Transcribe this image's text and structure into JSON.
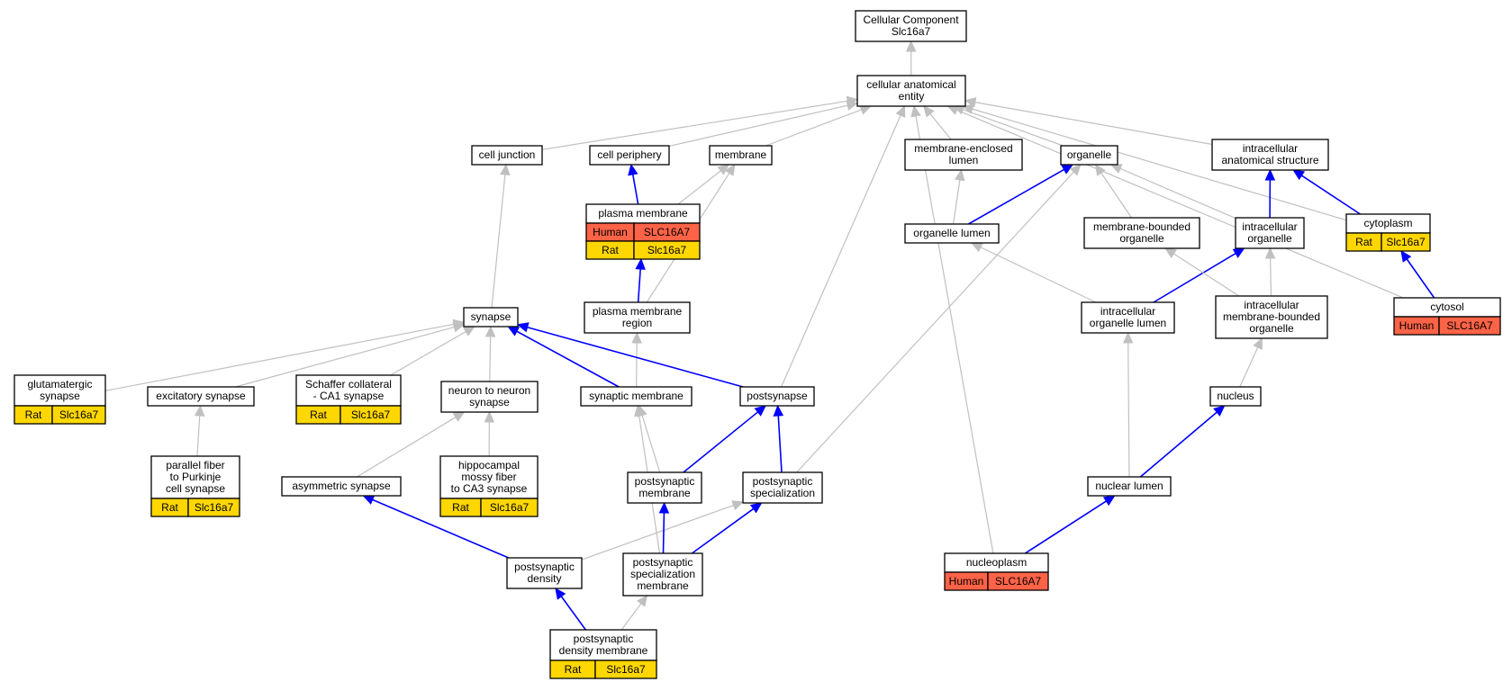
{
  "colors": {
    "is_a_edge": "#c0c0c0",
    "part_of_edge": "#0000ff",
    "human_fill": "#ff6347",
    "rat_fill": "#ffd700",
    "node_border": "#000000"
  },
  "nodes": [
    {
      "id": "cc",
      "label": [
        "Cellular Component",
        "Slc16a7"
      ]
    },
    {
      "id": "cae",
      "label": [
        "cellular anatomical",
        "entity"
      ]
    },
    {
      "id": "cell_junction",
      "label": [
        "cell junction"
      ]
    },
    {
      "id": "cell_periphery",
      "label": [
        "cell periphery"
      ]
    },
    {
      "id": "membrane",
      "label": [
        "membrane"
      ]
    },
    {
      "id": "mel",
      "label": [
        "membrane-enclosed",
        "lumen"
      ]
    },
    {
      "id": "organelle",
      "label": [
        "organelle"
      ]
    },
    {
      "id": "ias",
      "label": [
        "intracellular",
        "anatomical structure"
      ]
    },
    {
      "id": "pm",
      "label": [
        "plasma membrane"
      ],
      "genes": [
        [
          "Human",
          "SLC16A7"
        ],
        [
          "Rat",
          "Slc16a7"
        ]
      ]
    },
    {
      "id": "ol",
      "label": [
        "organelle lumen"
      ]
    },
    {
      "id": "mbo",
      "label": [
        "membrane-bounded",
        "organelle"
      ]
    },
    {
      "id": "io",
      "label": [
        "intracellular",
        "organelle"
      ]
    },
    {
      "id": "cytoplasm",
      "label": [
        "cytoplasm"
      ],
      "genes": [
        [
          "Rat",
          "Slc16a7"
        ]
      ]
    },
    {
      "id": "synapse",
      "label": [
        "synapse"
      ]
    },
    {
      "id": "pmr",
      "label": [
        "plasma membrane",
        "region"
      ]
    },
    {
      "id": "iol",
      "label": [
        "intracellular",
        "organelle lumen"
      ]
    },
    {
      "id": "imbo",
      "label": [
        "intracellular",
        "membrane-bounded",
        "organelle"
      ]
    },
    {
      "id": "cytosol",
      "label": [
        "cytosol"
      ],
      "genes": [
        [
          "Human",
          "SLC16A7"
        ]
      ]
    },
    {
      "id": "glut",
      "label": [
        "glutamatergic",
        "synapse"
      ],
      "genes": [
        [
          "Rat",
          "Slc16a7"
        ]
      ]
    },
    {
      "id": "excit",
      "label": [
        "excitatory synapse"
      ]
    },
    {
      "id": "schaffer",
      "label": [
        "Schaffer collateral",
        "- CA1 synapse"
      ],
      "genes": [
        [
          "Rat",
          "Slc16a7"
        ]
      ]
    },
    {
      "id": "n2n",
      "label": [
        "neuron to neuron",
        "synapse"
      ]
    },
    {
      "id": "synmem",
      "label": [
        "synaptic membrane"
      ]
    },
    {
      "id": "postsyn",
      "label": [
        "postsynapse"
      ]
    },
    {
      "id": "nucleus",
      "label": [
        "nucleus"
      ]
    },
    {
      "id": "pfpc",
      "label": [
        "parallel fiber",
        "to Purkinje",
        "cell synapse"
      ],
      "genes": [
        [
          "Rat",
          "Slc16a7"
        ]
      ]
    },
    {
      "id": "hmf",
      "label": [
        "hippocampal",
        "mossy fiber",
        "to CA3 synapse"
      ],
      "genes": [
        [
          "Rat",
          "Slc16a7"
        ]
      ]
    },
    {
      "id": "asym",
      "label": [
        "asymmetric synapse"
      ]
    },
    {
      "id": "psmem",
      "label": [
        "postsynaptic",
        "membrane"
      ]
    },
    {
      "id": "psspec",
      "label": [
        "postsynaptic",
        "specialization"
      ]
    },
    {
      "id": "nl",
      "label": [
        "nuclear lumen"
      ]
    },
    {
      "id": "psd",
      "label": [
        "postsynaptic",
        "density"
      ]
    },
    {
      "id": "pssm",
      "label": [
        "postsynaptic",
        "specialization",
        "membrane"
      ]
    },
    {
      "id": "nucleoplasm",
      "label": [
        "nucleoplasm"
      ],
      "genes": [
        [
          "Human",
          "SLC16A7"
        ]
      ]
    },
    {
      "id": "psdm",
      "label": [
        "postsynaptic",
        "density membrane"
      ],
      "genes": [
        [
          "Rat",
          "Slc16a7"
        ]
      ]
    }
  ],
  "edges": [
    {
      "type": "is_a",
      "from": "cae",
      "to": "cc"
    },
    {
      "type": "is_a",
      "from": "cell_junction",
      "to": "cae"
    },
    {
      "type": "is_a",
      "from": "cell_periphery",
      "to": "cae"
    },
    {
      "type": "is_a",
      "from": "membrane",
      "to": "cae"
    },
    {
      "type": "is_a",
      "from": "mel",
      "to": "cae"
    },
    {
      "type": "is_a",
      "from": "organelle",
      "to": "cae"
    },
    {
      "type": "is_a",
      "from": "ias",
      "to": "cae"
    },
    {
      "type": "is_a",
      "from": "cytoplasm",
      "to": "cae"
    },
    {
      "type": "is_a",
      "from": "cytosol",
      "to": "cae"
    },
    {
      "type": "is_a",
      "from": "postsyn",
      "to": "cae"
    },
    {
      "type": "is_a",
      "from": "nucleoplasm",
      "to": "cae"
    },
    {
      "type": "part_of",
      "from": "pm",
      "to": "cell_periphery"
    },
    {
      "type": "is_a",
      "from": "pm",
      "to": "membrane"
    },
    {
      "type": "part_of",
      "from": "ol",
      "to": "organelle"
    },
    {
      "type": "is_a",
      "from": "ol",
      "to": "mel"
    },
    {
      "type": "is_a",
      "from": "mbo",
      "to": "organelle"
    },
    {
      "type": "is_a",
      "from": "io",
      "to": "organelle"
    },
    {
      "type": "part_of",
      "from": "io",
      "to": "ias"
    },
    {
      "type": "part_of",
      "from": "cytoplasm",
      "to": "ias"
    },
    {
      "type": "part_of",
      "from": "cytosol",
      "to": "cytoplasm"
    },
    {
      "type": "is_a",
      "from": "synapse",
      "to": "cell_junction"
    },
    {
      "type": "part_of",
      "from": "pmr",
      "to": "pm"
    },
    {
      "type": "is_a",
      "from": "pmr",
      "to": "membrane"
    },
    {
      "type": "is_a",
      "from": "iol",
      "to": "ol"
    },
    {
      "type": "part_of",
      "from": "iol",
      "to": "io"
    },
    {
      "type": "is_a",
      "from": "imbo",
      "to": "io"
    },
    {
      "type": "is_a",
      "from": "imbo",
      "to": "mbo"
    },
    {
      "type": "is_a",
      "from": "glut",
      "to": "synapse"
    },
    {
      "type": "is_a",
      "from": "excit",
      "to": "synapse"
    },
    {
      "type": "is_a",
      "from": "schaffer",
      "to": "synapse"
    },
    {
      "type": "is_a",
      "from": "n2n",
      "to": "synapse"
    },
    {
      "type": "part_of",
      "from": "synmem",
      "to": "synapse"
    },
    {
      "type": "is_a",
      "from": "synmem",
      "to": "pmr"
    },
    {
      "type": "part_of",
      "from": "postsyn",
      "to": "synapse"
    },
    {
      "type": "is_a",
      "from": "nucleus",
      "to": "imbo"
    },
    {
      "type": "is_a",
      "from": "pfpc",
      "to": "excit"
    },
    {
      "type": "is_a",
      "from": "hmf",
      "to": "n2n"
    },
    {
      "type": "is_a",
      "from": "asym",
      "to": "n2n"
    },
    {
      "type": "is_a",
      "from": "psmem",
      "to": "synmem"
    },
    {
      "type": "part_of",
      "from": "psmem",
      "to": "postsyn"
    },
    {
      "type": "part_of",
      "from": "psspec",
      "to": "postsyn"
    },
    {
      "type": "is_a",
      "from": "psspec",
      "to": "organelle"
    },
    {
      "type": "is_a",
      "from": "nl",
      "to": "iol"
    },
    {
      "type": "part_of",
      "from": "nl",
      "to": "nucleus"
    },
    {
      "type": "part_of",
      "from": "psd",
      "to": "asym"
    },
    {
      "type": "is_a",
      "from": "psd",
      "to": "psspec"
    },
    {
      "type": "part_of",
      "from": "pssm",
      "to": "psmem"
    },
    {
      "type": "part_of",
      "from": "pssm",
      "to": "psspec"
    },
    {
      "type": "is_a",
      "from": "pssm",
      "to": "synmem"
    },
    {
      "type": "part_of",
      "from": "nucleoplasm",
      "to": "nl"
    },
    {
      "type": "part_of",
      "from": "psdm",
      "to": "psd"
    },
    {
      "type": "is_a",
      "from": "psdm",
      "to": "pssm"
    }
  ]
}
